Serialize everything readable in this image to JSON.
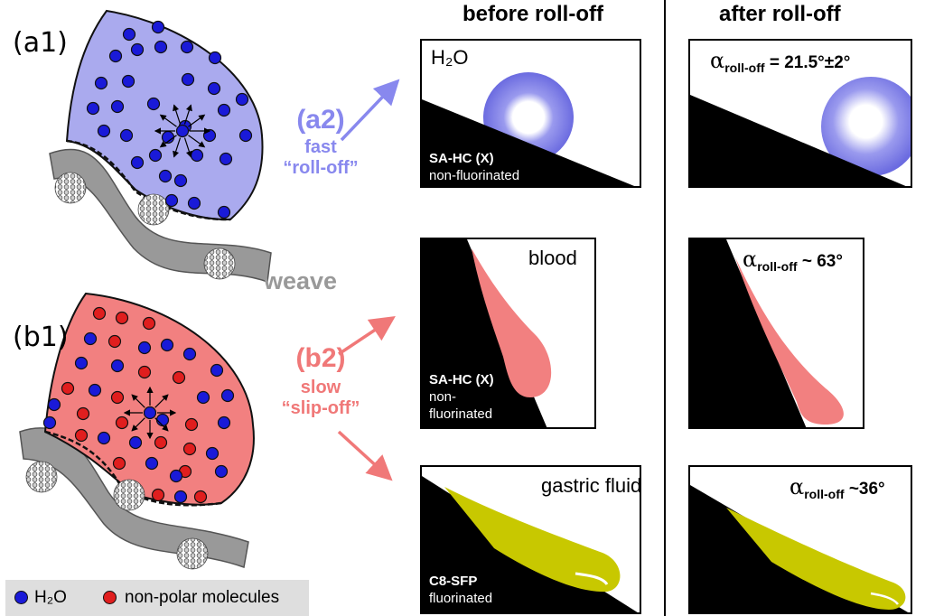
{
  "labels": {
    "a1": "(a1)",
    "b1": "(b1)",
    "weave": "weave",
    "col_before": "before roll-off",
    "col_after": "after roll-off"
  },
  "mechanism": {
    "a2": {
      "tag": "(a2)",
      "line1": "fast",
      "line2": "“roll-off”"
    },
    "b2": {
      "tag": "(b2)",
      "line1": "slow",
      "line2": "“slip-off”"
    }
  },
  "panels": {
    "water_before": {
      "liquid": "H₂O",
      "substrate": "SA-HC (X)",
      "note": "non-fluorinated"
    },
    "blood_before": {
      "liquid": "blood",
      "substrate": "SA-HC (X)",
      "note1": "non-",
      "note2": "fluorinated"
    },
    "gastric_before": {
      "liquid": "gastric fluid",
      "substrate": "C8-SFP",
      "note": "fluorinated"
    },
    "water_after": {
      "alpha": "α",
      "sub": "roll-off",
      "value": " = 21.5°±2°"
    },
    "blood_after": {
      "alpha": "α",
      "sub": "roll-off",
      "value": " ~ 63°"
    },
    "gastric_after": {
      "alpha": "α",
      "sub": "roll-off",
      "value": " ~36°"
    }
  },
  "legend": {
    "h2o": "H₂O",
    "nonpolar": "non-polar molecules"
  },
  "colors": {
    "water_fill": "#aaaaee",
    "blood_fill": "#f28080",
    "water_dot": "#1a1ad8",
    "nonpolar_dot": "#e01e1e",
    "mech_a": "#8888ee",
    "mech_b": "#f07878",
    "gastric": "#c8c800",
    "weave": "#999999"
  }
}
